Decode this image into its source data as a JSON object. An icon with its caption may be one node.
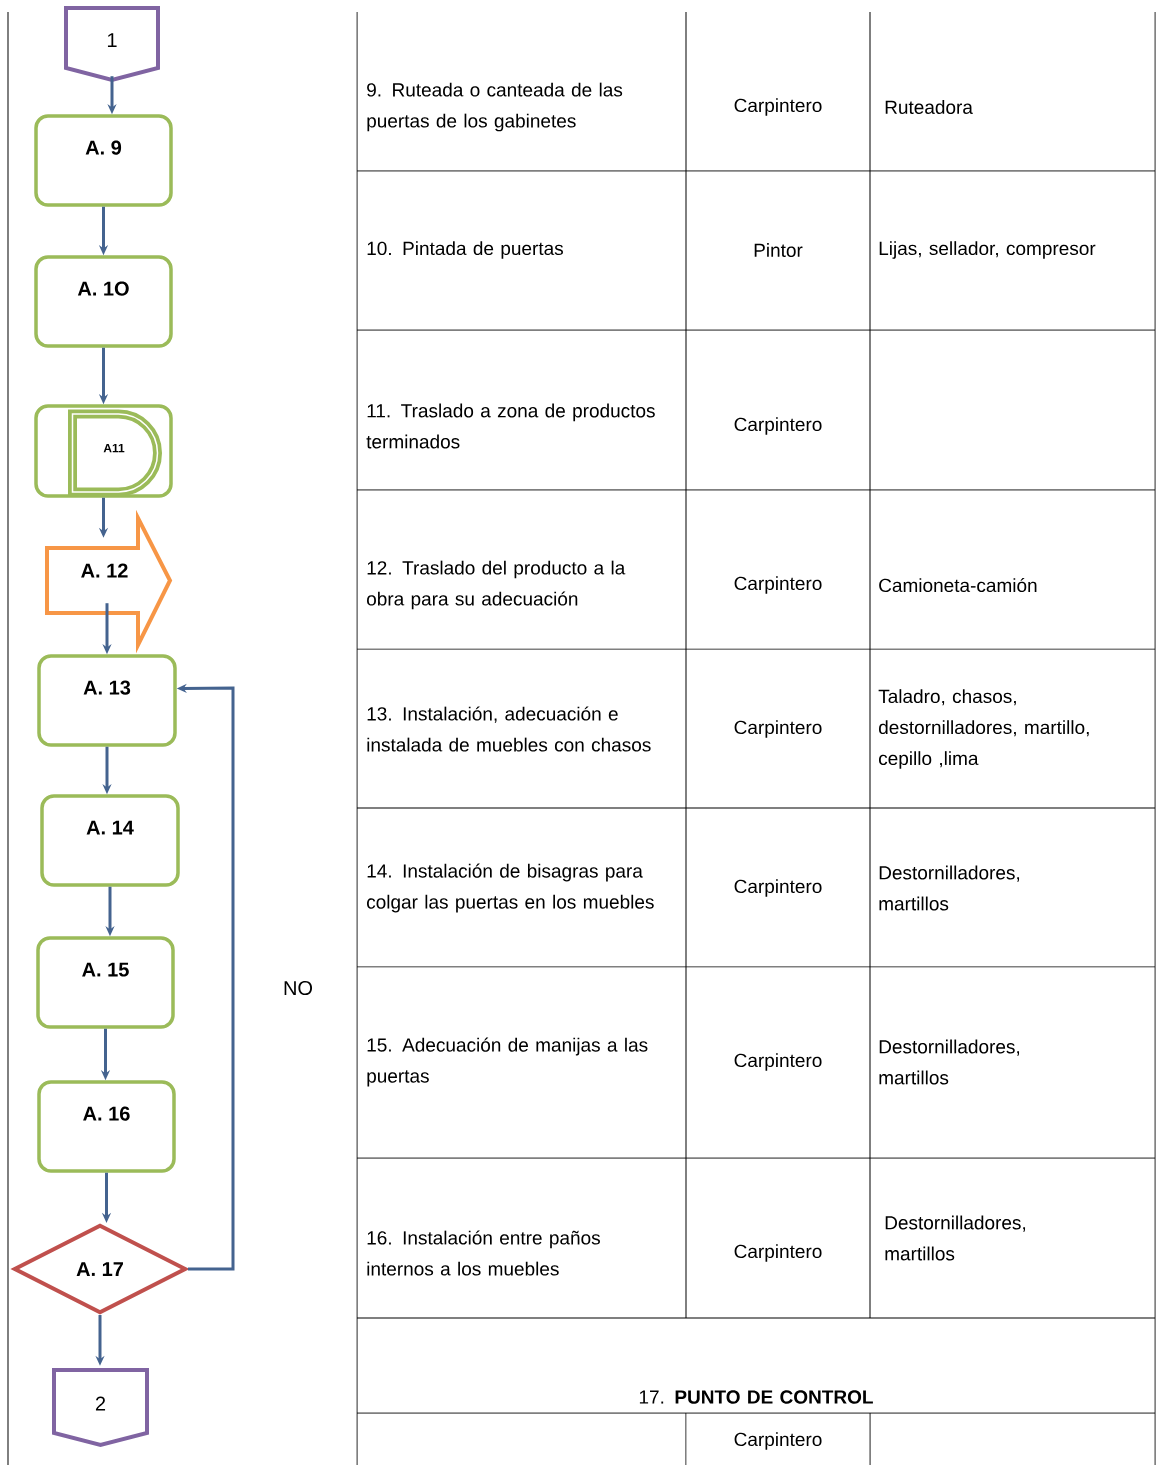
{
  "diagram": {
    "nodes": [
      {
        "text": [
          "1"
        ]
      },
      {
        "text": [
          "A. 9"
        ]
      },
      {
        "text": [
          "A. 1O"
        ]
      },
      {
        "text": [],
        "shape": "box"
      },
      {
        "text": [
          "A11"
        ],
        "in": 3
      },
      {
        "text": [
          "A. 12"
        ]
      },
      {
        "text": [
          "A. 13"
        ]
      },
      {
        "text": [
          "A. 14"
        ]
      },
      {
        "text": [
          "A. 15"
        ]
      },
      {
        "text": [
          "A. 16"
        ]
      },
      {
        "text": [
          "A. 17"
        ]
      },
      {
        "text": [
          "2"
        ]
      }
    ],
    "edges": [
      {
        "from": 0,
        "to": 1,
        "arrow": "to"
      },
      {
        "from": 1,
        "to": 2,
        "arrow": "to"
      },
      {
        "from": 2,
        "to": 3,
        "arrow": "to"
      },
      {
        "from": 3,
        "to": 5,
        "arrow": "to"
      },
      {
        "from": 5,
        "to": 6,
        "arrow": "to"
      },
      {
        "from": 6,
        "to": 7,
        "arrow": "to"
      },
      {
        "from": 7,
        "to": 8,
        "arrow": "to"
      },
      {
        "from": 8,
        "to": 9,
        "arrow": "to"
      },
      {
        "from": 9,
        "to": 10,
        "arrow": "to"
      },
      {
        "from": 10,
        "to": 6,
        "arrow": "to",
        "label": "NO"
      },
      {
        "from": 10,
        "to": 11,
        "arrow": "to"
      }
    ],
    "labels": [
      "9. Ruteada o canteada de las puertas de los gabinetes",
      "Carpintero",
      "Ruteadora",
      "10. Pintada de puertas",
      "Pintor",
      "Lijas, sellador, compresor",
      "11. Traslado a zona de productos terminados",
      "Carpintero",
      "12. Traslado del producto a la obra para su adecuación",
      "Carpintero",
      "Camioneta-camión",
      "13. Instalación, adecuación e instalada de muebles con chasos",
      "Carpintero",
      "Taladro, chasos, destornilladores, martillo, cepillo ,lima",
      "14. Instalación de bisagras para colgar las puertas en los muebles",
      "Carpintero",
      "Destornilladores, martillos",
      "15. Adecuación de manijas a las puertas",
      "Carpintero",
      "Destornilladores, martillos",
      "16. Instalación entre paños internos a los muebles",
      "Carpintero",
      "Destornilladores, martillos",
      "17. **PUNTO DE CONTROL**",
      "Carpintero"
    ]
  }
}
